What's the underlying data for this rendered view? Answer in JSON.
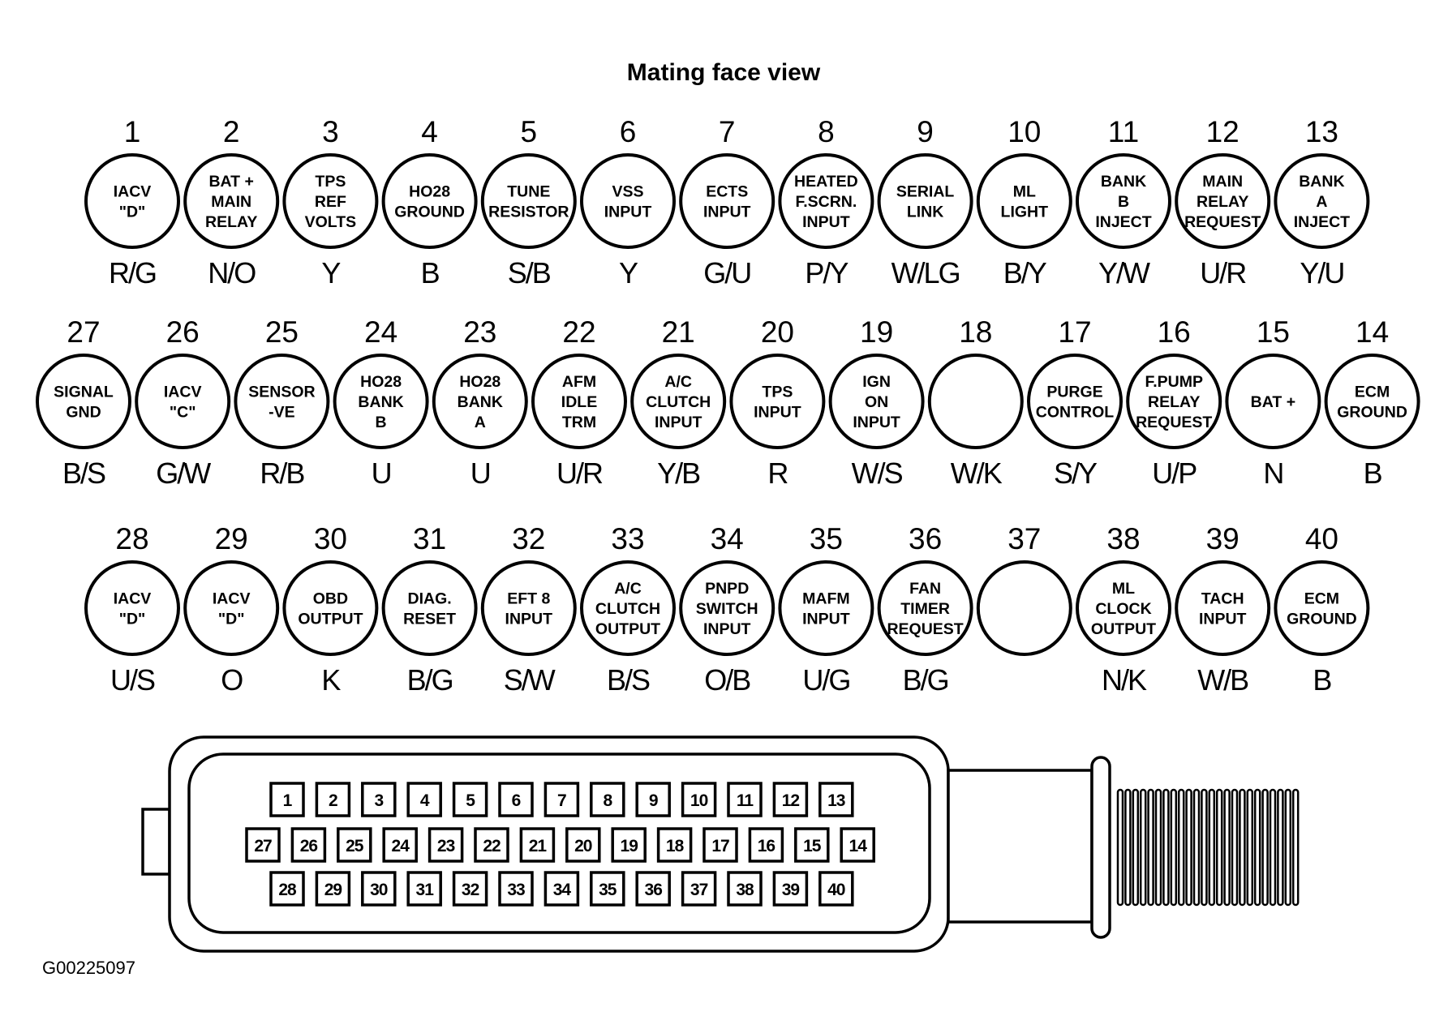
{
  "title": "Mating face view",
  "figure_code": "G00225097",
  "pins": [
    {
      "num": "1",
      "lines": [
        "IACV",
        "\"D\""
      ],
      "wire": "R/G"
    },
    {
      "num": "2",
      "lines": [
        "BAT +",
        "MAIN",
        "RELAY"
      ],
      "wire": "N/O"
    },
    {
      "num": "3",
      "lines": [
        "TPS",
        "REF",
        "VOLTS"
      ],
      "wire": "Y"
    },
    {
      "num": "4",
      "lines": [
        "HO28",
        "GROUND"
      ],
      "wire": "B"
    },
    {
      "num": "5",
      "lines": [
        "TUNE",
        "RESISTOR"
      ],
      "wire": "S/B"
    },
    {
      "num": "6",
      "lines": [
        "VSS",
        "INPUT"
      ],
      "wire": "Y"
    },
    {
      "num": "7",
      "lines": [
        "ECTS",
        "INPUT"
      ],
      "wire": "G/U"
    },
    {
      "num": "8",
      "lines": [
        "HEATED",
        "F.SCRN.",
        "INPUT"
      ],
      "wire": "P/Y"
    },
    {
      "num": "9",
      "lines": [
        "SERIAL",
        "LINK"
      ],
      "wire": "W/LG"
    },
    {
      "num": "10",
      "lines": [
        "ML",
        "LIGHT"
      ],
      "wire": "B/Y"
    },
    {
      "num": "11",
      "lines": [
        "BANK",
        "B",
        "INJECT"
      ],
      "wire": "Y/W"
    },
    {
      "num": "12",
      "lines": [
        "MAIN",
        "RELAY",
        "REQUEST"
      ],
      "wire": "U/R"
    },
    {
      "num": "13",
      "lines": [
        "BANK",
        "A",
        "INJECT"
      ],
      "wire": "Y/U"
    },
    {
      "num": "14",
      "lines": [
        "ECM",
        "GROUND"
      ],
      "wire": "B"
    },
    {
      "num": "15",
      "lines": [
        "BAT +"
      ],
      "wire": "N"
    },
    {
      "num": "16",
      "lines": [
        "F.PUMP",
        "RELAY",
        "REQUEST"
      ],
      "wire": "U/P"
    },
    {
      "num": "17",
      "lines": [
        "PURGE",
        "CONTROL"
      ],
      "wire": "S/Y"
    },
    {
      "num": "18",
      "lines": [],
      "wire": "W/K"
    },
    {
      "num": "19",
      "lines": [
        "IGN",
        "ON",
        "INPUT"
      ],
      "wire": "W/S"
    },
    {
      "num": "20",
      "lines": [
        "TPS",
        "INPUT"
      ],
      "wire": "R"
    },
    {
      "num": "21",
      "lines": [
        "A/C",
        "CLUTCH",
        "INPUT"
      ],
      "wire": "Y/B"
    },
    {
      "num": "22",
      "lines": [
        "AFM",
        "IDLE",
        "TRM"
      ],
      "wire": "U/R"
    },
    {
      "num": "23",
      "lines": [
        "HO28",
        "BANK",
        "A"
      ],
      "wire": "U"
    },
    {
      "num": "24",
      "lines": [
        "HO28",
        "BANK",
        "B"
      ],
      "wire": "U"
    },
    {
      "num": "25",
      "lines": [
        "SENSOR",
        "-VE"
      ],
      "wire": "R/B"
    },
    {
      "num": "26",
      "lines": [
        "IACV",
        "\"C\""
      ],
      "wire": "G/W"
    },
    {
      "num": "27",
      "lines": [
        "SIGNAL",
        "GND"
      ],
      "wire": "B/S"
    },
    {
      "num": "28",
      "lines": [
        "IACV",
        "\"D\""
      ],
      "wire": "U/S"
    },
    {
      "num": "29",
      "lines": [
        "IACV",
        "\"D\""
      ],
      "wire": "O"
    },
    {
      "num": "30",
      "lines": [
        "OBD",
        "OUTPUT"
      ],
      "wire": "K"
    },
    {
      "num": "31",
      "lines": [
        "DIAG.",
        "RESET"
      ],
      "wire": "B/G"
    },
    {
      "num": "32",
      "lines": [
        "EFT 8",
        "INPUT"
      ],
      "wire": "S/W"
    },
    {
      "num": "33",
      "lines": [
        "A/C",
        "CLUTCH",
        "OUTPUT"
      ],
      "wire": "B/S"
    },
    {
      "num": "34",
      "lines": [
        "PNPD",
        "SWITCH",
        "INPUT"
      ],
      "wire": "O/B"
    },
    {
      "num": "35",
      "lines": [
        "MAFM",
        "INPUT"
      ],
      "wire": "U/G"
    },
    {
      "num": "36",
      "lines": [
        "FAN",
        "TIMER",
        "REQUEST"
      ],
      "wire": "B/G"
    },
    {
      "num": "37",
      "lines": [],
      "wire": ""
    },
    {
      "num": "38",
      "lines": [
        "ML",
        "CLOCK",
        "OUTPUT"
      ],
      "wire": "N/K"
    },
    {
      "num": "39",
      "lines": [
        "TACH",
        "INPUT"
      ],
      "wire": "W/B"
    },
    {
      "num": "40",
      "lines": [
        "ECM",
        "GROUND"
      ],
      "wire": "B"
    }
  ],
  "connector_rows": [
    [
      "1",
      "2",
      "3",
      "4",
      "5",
      "6",
      "7",
      "8",
      "9",
      "10",
      "11",
      "12",
      "13"
    ],
    [
      "27",
      "26",
      "25",
      "24",
      "23",
      "22",
      "21",
      "20",
      "19",
      "18",
      "17",
      "16",
      "15",
      "14"
    ],
    [
      "28",
      "29",
      "30",
      "31",
      "32",
      "33",
      "34",
      "35",
      "36",
      "37",
      "38",
      "39",
      "40"
    ]
  ]
}
